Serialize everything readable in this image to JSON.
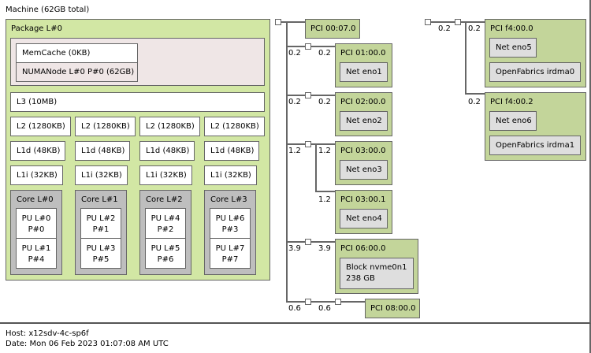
{
  "machine": {
    "label": "Machine (62GB total)"
  },
  "package": {
    "label": "Package L#0",
    "memcache": "MemCache (0KB)",
    "numanode": "NUMANode L#0 P#0 (62GB)",
    "l3": "L3 (10MB)",
    "l2": [
      "L2 (1280KB)",
      "L2 (1280KB)",
      "L2 (1280KB)",
      "L2 (1280KB)"
    ],
    "l1d": [
      "L1d (48KB)",
      "L1d (48KB)",
      "L1d (48KB)",
      "L1d (48KB)"
    ],
    "l1i": [
      "L1i (32KB)",
      "L1i (32KB)",
      "L1i (32KB)",
      "L1i (32KB)"
    ],
    "cores": [
      {
        "label": "Core L#0",
        "pus": [
          [
            "PU L#0",
            "P#0"
          ],
          [
            "PU L#1",
            "P#4"
          ]
        ]
      },
      {
        "label": "Core L#1",
        "pus": [
          [
            "PU L#2",
            "P#1"
          ],
          [
            "PU L#3",
            "P#5"
          ]
        ]
      },
      {
        "label": "Core L#2",
        "pus": [
          [
            "PU L#4",
            "P#2"
          ],
          [
            "PU L#5",
            "P#6"
          ]
        ]
      },
      {
        "label": "Core L#3",
        "pus": [
          [
            "PU L#6",
            "P#3"
          ],
          [
            "PU L#7",
            "P#7"
          ]
        ]
      }
    ]
  },
  "pci_tree_1": {
    "pci_0007": "PCI 00:07.0",
    "branches": [
      {
        "bw_left": "0.2",
        "bw_right": "0.2",
        "pci": "PCI 01:00.0",
        "devices": [
          "Net eno1"
        ]
      },
      {
        "bw_left": "0.2",
        "bw_right": "0.2",
        "pci": "PCI 02:00.0",
        "devices": [
          "Net eno2"
        ]
      },
      {
        "bw_left": "1.2",
        "bw_right": "1.2",
        "pci": "PCI 03:00.0",
        "devices": [
          "Net eno3"
        ]
      },
      {
        "bw_right": "1.2",
        "pci": "PCI 03:00.1",
        "devices": [
          "Net eno4"
        ]
      },
      {
        "bw_left": "3.9",
        "bw_right": "3.9",
        "pci": "PCI 06:00.0",
        "devices": [
          "Block nvme0n1",
          "238 GB"
        ]
      },
      {
        "bw_left": "0.6",
        "bw_right": "0.6",
        "pci": "PCI 08:00.0",
        "devices": []
      }
    ]
  },
  "pci_tree_2": {
    "bw_left": "0.2",
    "branches": [
      {
        "bw": "0.2",
        "pci": "PCI f4:00.0",
        "devices": [
          "Net eno5",
          "OpenFabrics irdma0"
        ]
      },
      {
        "bw": "0.2",
        "pci": "PCI f4:00.2",
        "devices": [
          "Net eno6",
          "OpenFabrics irdma1"
        ]
      }
    ]
  },
  "footer": {
    "host": "Host: x12sdv-4c-sp6f",
    "date": "Date: Mon 06 Feb 2023 01:07:08 AM UTC"
  }
}
